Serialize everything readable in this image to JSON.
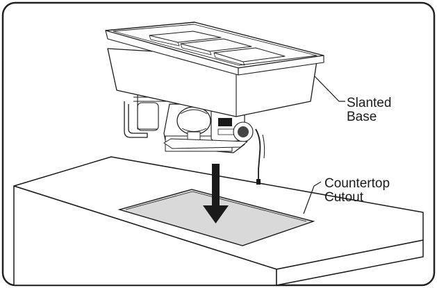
{
  "diagram": {
    "labels": {
      "slanted_base": [
        "Slanted",
        "Base"
      ],
      "countertop_cutout": [
        "Countertop",
        "Cutout"
      ]
    },
    "colors": {
      "line": "#1a1a1a",
      "cutout_fill": "#d9d9d9",
      "background": "#ffffff",
      "frame": "#222222"
    }
  }
}
